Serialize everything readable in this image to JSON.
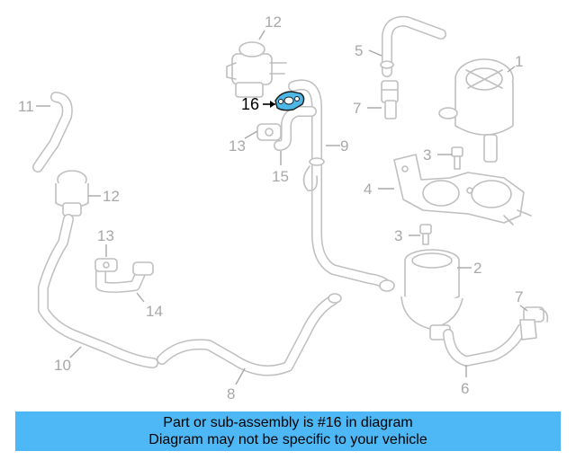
{
  "callouts": {
    "c1": "1",
    "c2": "2",
    "c3a": "3",
    "c3b": "3",
    "c4": "4",
    "c5": "5",
    "c6": "6",
    "c7a": "7",
    "c7b": "7",
    "c8": "8",
    "c9": "9",
    "c10": "10",
    "c11": "11",
    "c12a": "12",
    "c12b": "12",
    "c13a": "13",
    "c13b": "13",
    "c14": "14",
    "c15": "15",
    "c16": "16"
  },
  "highlighted_part": "16",
  "colors": {
    "highlight": "#4db8e8",
    "banner": "#4db8f5",
    "linework": "#bfbfbf"
  },
  "banner": {
    "line1": "Part or sub-assembly is #16 in diagram",
    "line2": "Diagram may not be specific to your vehicle"
  }
}
